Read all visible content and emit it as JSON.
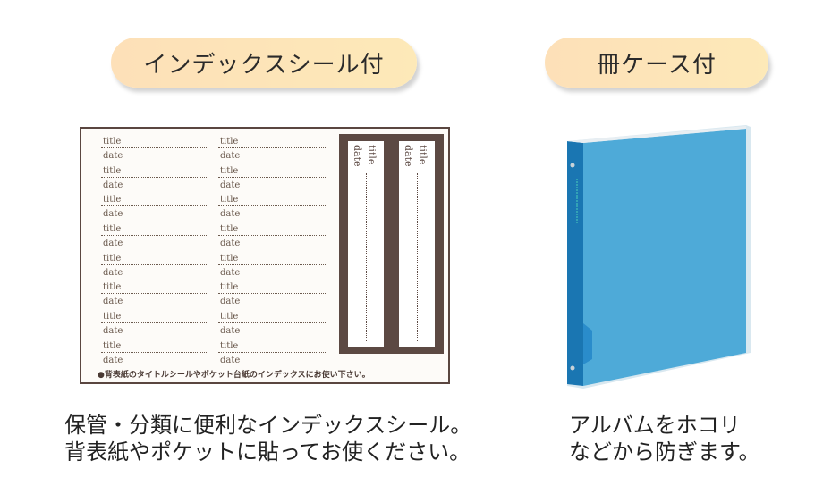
{
  "left_panel": {
    "badge_label": "インデックスシール付",
    "sheet": {
      "rows": [
        {
          "title": "title",
          "date": "date"
        },
        {
          "title": "title",
          "date": "date"
        },
        {
          "title": "title",
          "date": "date"
        },
        {
          "title": "title",
          "date": "date"
        },
        {
          "title": "title",
          "date": "date"
        },
        {
          "title": "title",
          "date": "date"
        },
        {
          "title": "title",
          "date": "date"
        },
        {
          "title": "title",
          "date": "date"
        }
      ],
      "spine_labels": [
        {
          "title": "title",
          "date": "date"
        },
        {
          "title": "title",
          "date": "date"
        }
      ],
      "note": "●背表紙のタイトルシールやポケット台紙のインデックスにお使い下さい。"
    },
    "caption_lines": [
      "保管・分類に便利なインデックスシール。",
      "背表紙やポケットに貼ってお使ください。"
    ]
  },
  "right_panel": {
    "badge_label": "冊ケース付",
    "product": "blue-album-case",
    "caption_lines": [
      "アルバムをホコリ",
      "などから防ぎます。"
    ]
  },
  "colors": {
    "badge_bg": "#fde3b8",
    "sheet_border": "#5a4640",
    "sheet_text": "#6b5a4e",
    "case_face": "#4fa9d6",
    "case_spine": "#1a7cb8"
  }
}
